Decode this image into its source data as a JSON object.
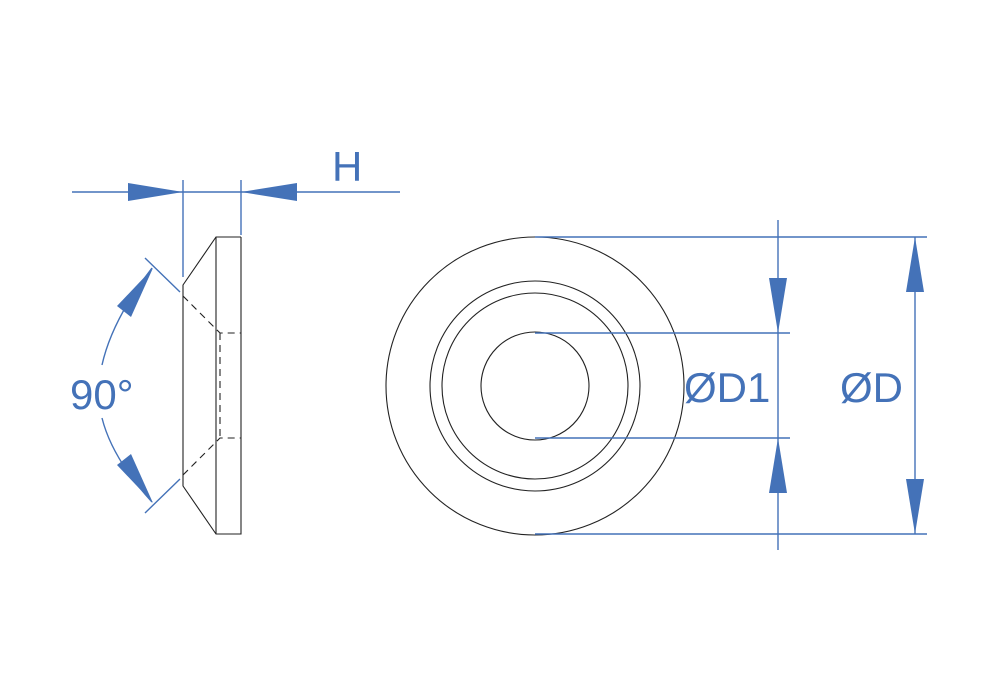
{
  "labels": {
    "height": "H",
    "angle": "90°",
    "inner_diameter": "ØD1",
    "outer_diameter": "ØD"
  },
  "colors": {
    "dimension": "#4472b8",
    "outline": "#222222"
  }
}
